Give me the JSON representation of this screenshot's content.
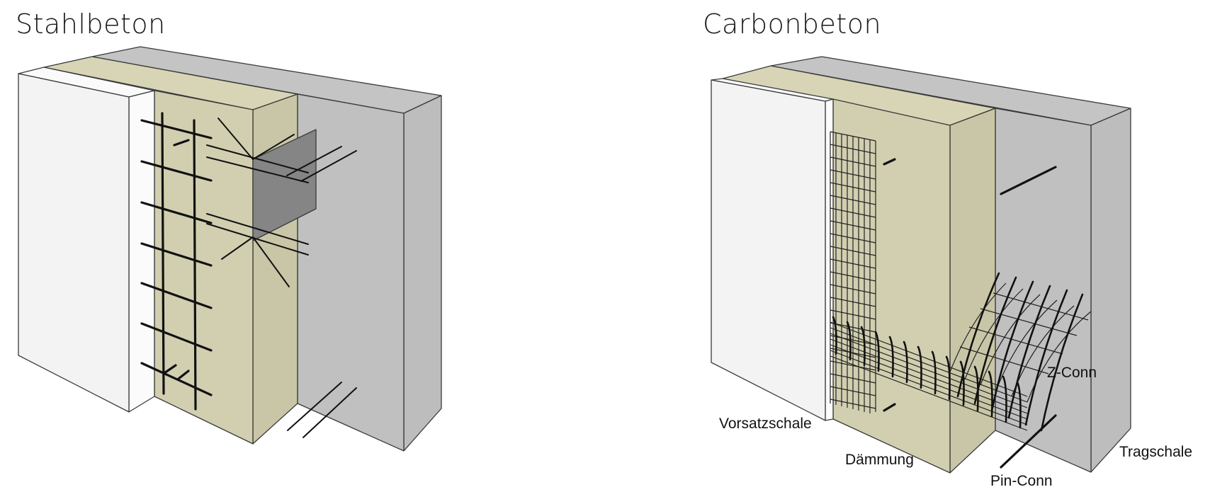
{
  "panels": {
    "left": {
      "title": "Stahlbeton"
    },
    "right": {
      "title": "Carbonbeton",
      "labels": {
        "vorsatzschale": "Vorsatzschale",
        "daemmung": "Dämmung",
        "tragschale": "Tragschale",
        "z_conn": "Z-Conn",
        "pin_conn": "Pin-Conn"
      }
    }
  },
  "colors": {
    "facing_shell": "#f3f3f3",
    "insulation": "#d1cfb0",
    "load_bearing_shell": "#c0c0c0",
    "steel_plate": "#858585",
    "outline": "#3a3a3a",
    "rebar": "#111111"
  }
}
